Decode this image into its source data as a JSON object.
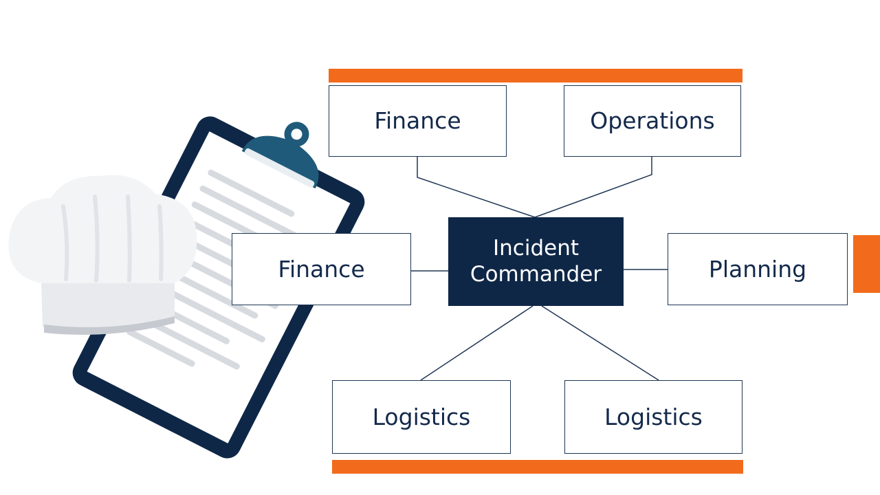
{
  "colors": {
    "navy": "#0f2747",
    "text": "#13294b",
    "accent_orange": "#f26b1d",
    "line": "#1e3552"
  },
  "icons": [
    "clipboard-icon",
    "chef-hat-icon"
  ],
  "diagram": {
    "center": {
      "line1": "Incident",
      "line2": "Commander"
    },
    "nodes": {
      "top_left": "Finance",
      "top_right": "Operations",
      "mid_left": "Finance",
      "mid_right": "Planning",
      "bottom_left": "Logistics",
      "bottom_right": "Logistics"
    },
    "edges": [
      [
        "center",
        "top_left"
      ],
      [
        "center",
        "top_right"
      ],
      [
        "center",
        "mid_left"
      ],
      [
        "center",
        "mid_right"
      ],
      [
        "center",
        "bottom_left"
      ],
      [
        "center",
        "bottom_right"
      ]
    ]
  }
}
